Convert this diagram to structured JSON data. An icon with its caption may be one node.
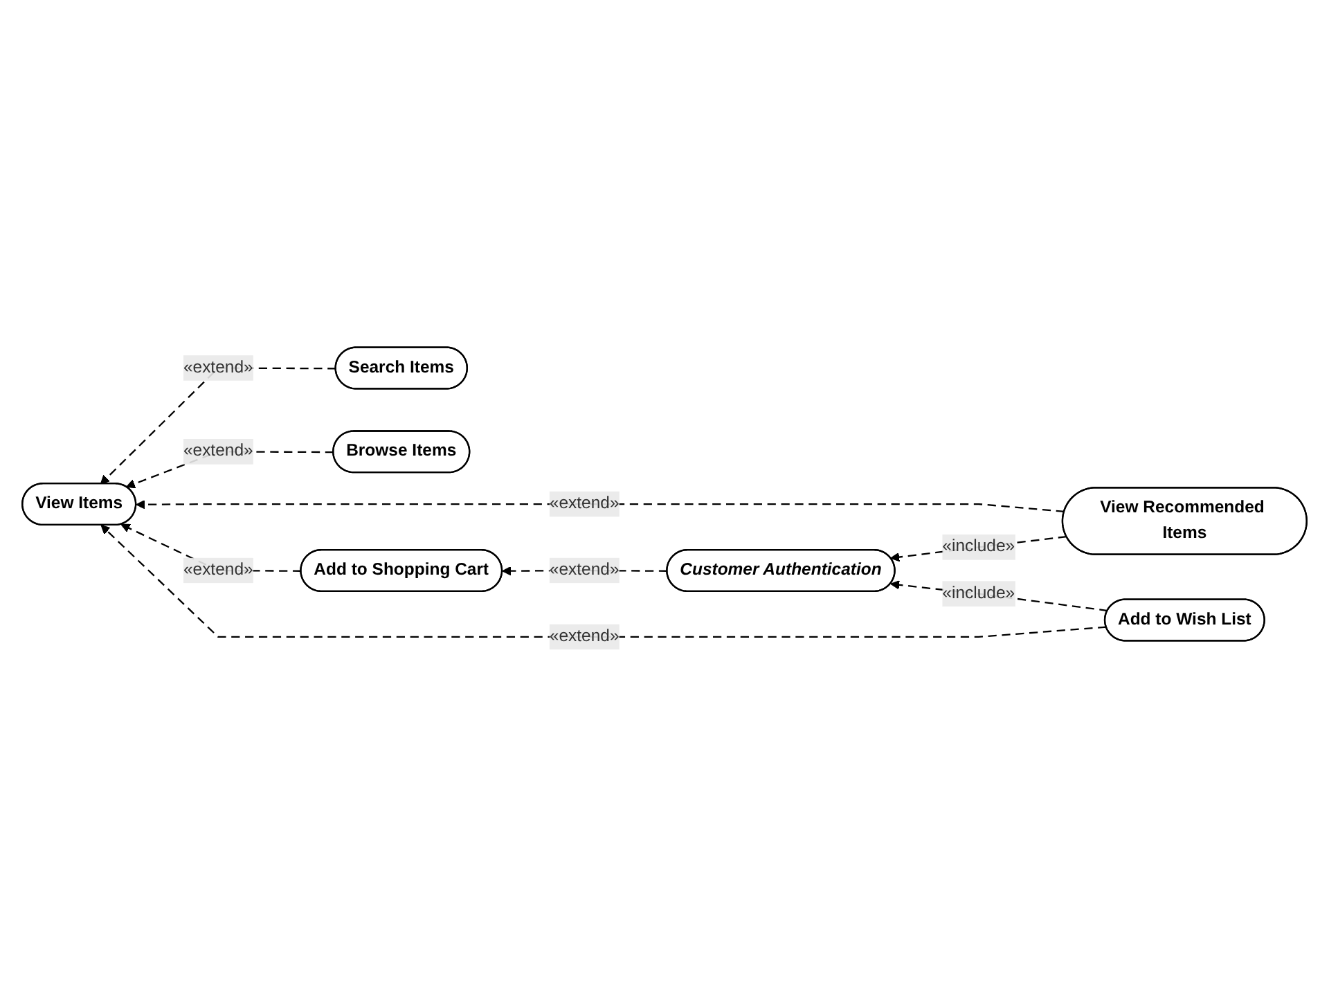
{
  "diagram": {
    "nodes": [
      {
        "text": [
          "View Items"
        ]
      },
      {
        "text": [
          "Search Items"
        ]
      },
      {
        "text": [
          "Browse Items"
        ]
      },
      {
        "text": [
          "View Recommended Items"
        ]
      },
      {
        "text": [
          "Add to Shopping Cart"
        ]
      },
      {
        "text": [
          "Add to Wish List"
        ]
      },
      {
        "text": [
          "Customer Authentication"
        ]
      }
    ],
    "edges": [
      {
        "from": 1,
        "to": 0,
        "arrow": "to",
        "label": "«extend»",
        "style": "dashed"
      },
      {
        "from": 2,
        "to": 0,
        "arrow": "to",
        "label": "«extend»",
        "style": "dashed"
      },
      {
        "from": 3,
        "to": 0,
        "arrow": "to",
        "label": "«extend»",
        "style": "dashed"
      },
      {
        "from": 4,
        "to": 0,
        "arrow": "to",
        "label": "«extend»",
        "style": "dashed"
      },
      {
        "from": 5,
        "to": 0,
        "arrow": "to",
        "label": "«extend»",
        "style": "dashed"
      },
      {
        "from": 3,
        "to": 6,
        "arrow": "to",
        "label": "«include»",
        "style": "dashed"
      },
      {
        "from": 6,
        "to": 4,
        "arrow": "to",
        "label": "«extend»",
        "style": "dashed"
      },
      {
        "from": 5,
        "to": 6,
        "arrow": "to",
        "label": "«include»",
        "style": "dashed"
      }
    ]
  }
}
